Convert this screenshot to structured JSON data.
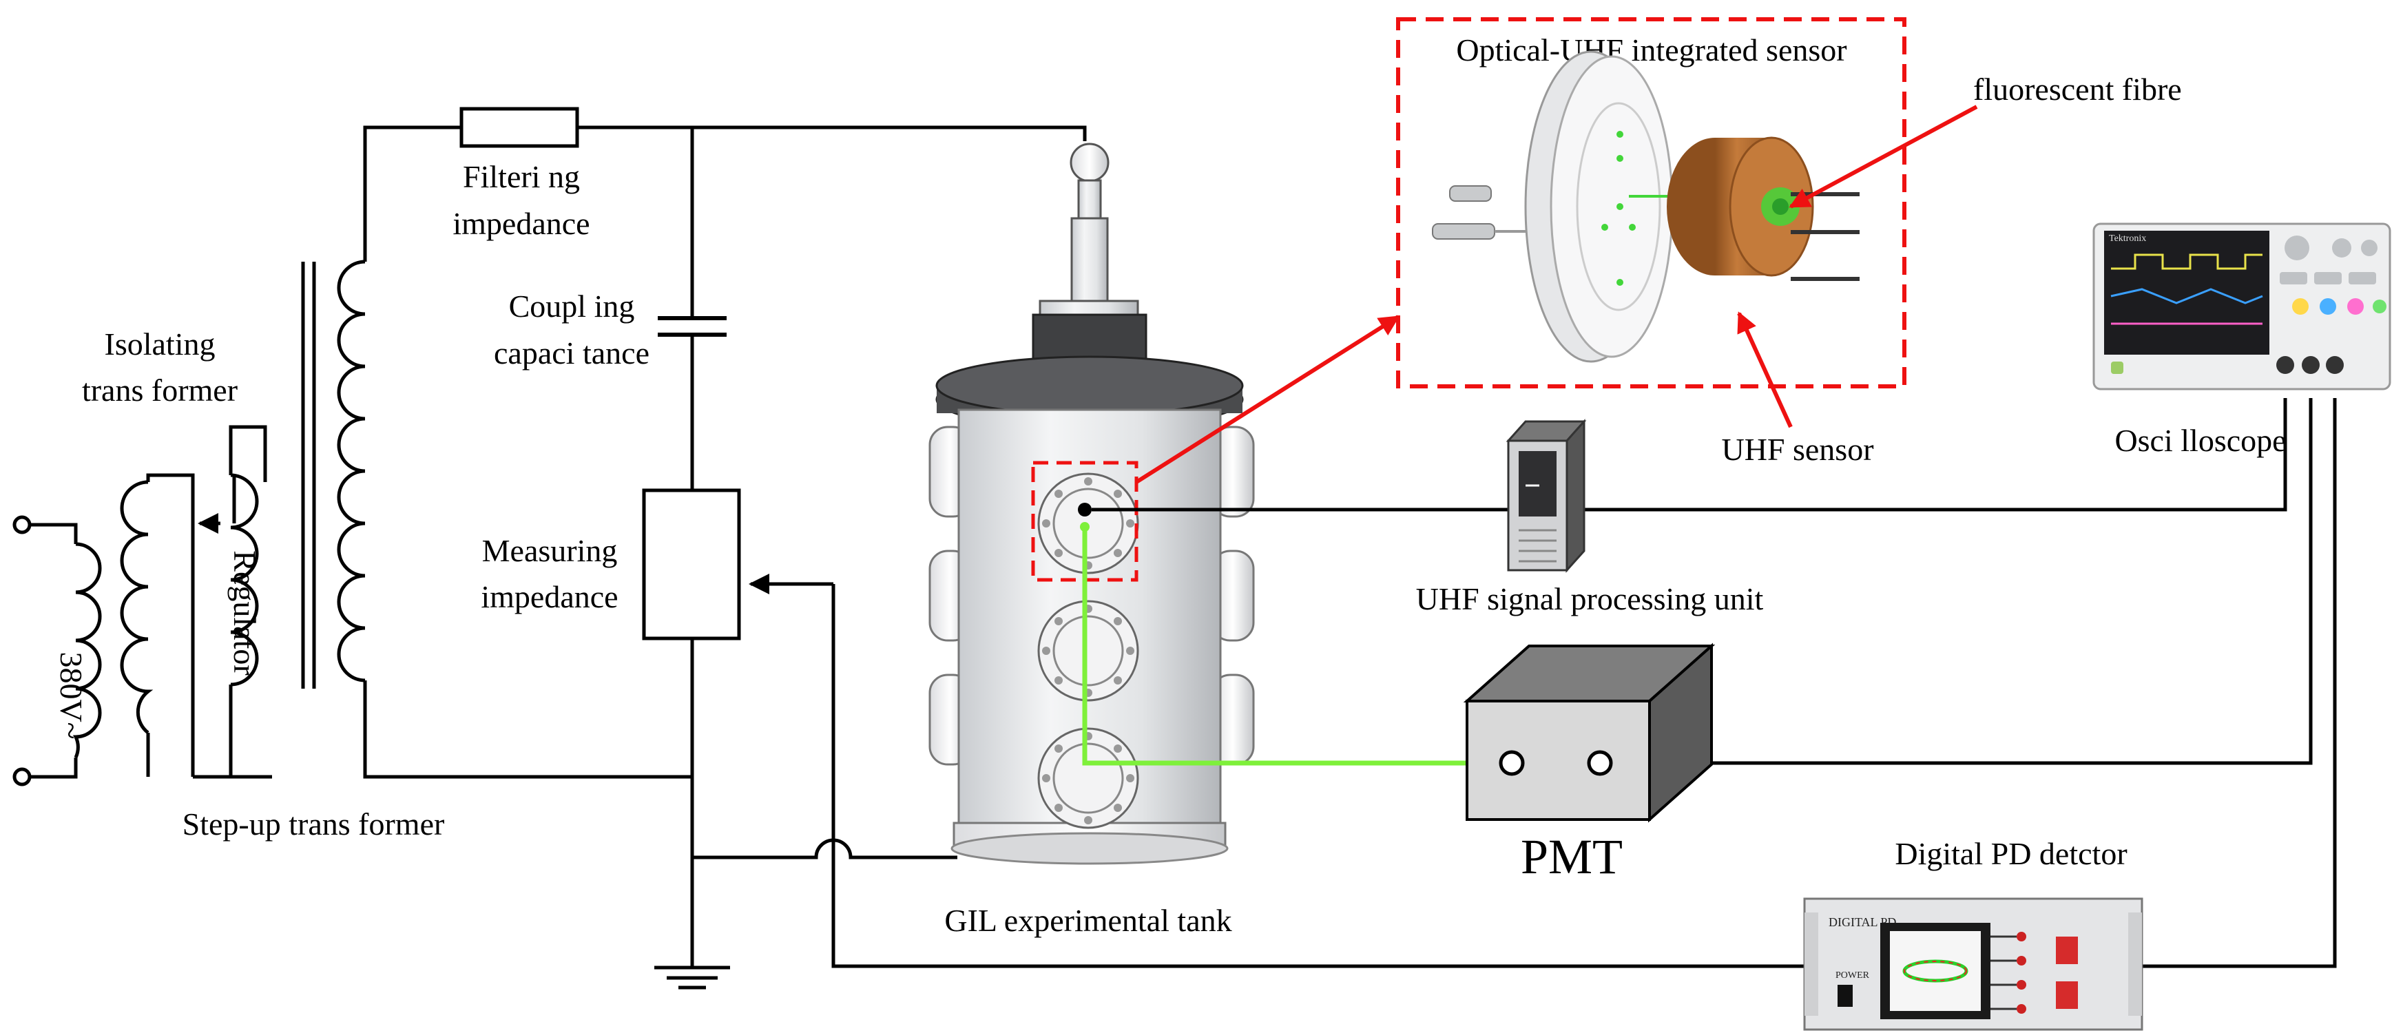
{
  "labels": {
    "source_voltage": "380V~",
    "isolating_transformer": [
      "Isolating",
      "trans former"
    ],
    "regulator": "Regulator",
    "step_up_transformer": "Step-up trans former",
    "filtering_impedance": [
      "Filteri ng",
      "impedance"
    ],
    "coupling_capacitance": [
      "Coupl ing",
      "capaci tance"
    ],
    "measuring_impedance": [
      "Measuring",
      "impedance"
    ],
    "gil_tank": "GIL experimental tank",
    "optical_uhf_sensor": "Optical-UHF integrated sensor",
    "fluorescent_fibre": "fluorescent fibre",
    "uhf_sensor": "UHF sensor",
    "uhf_processing_unit": "UHF signal processing unit",
    "oscilloscope": "Osci lloscope",
    "pmt": "PMT",
    "digital_pd_detector": "Digital PD detctor"
  },
  "device_text": {
    "oscilloscope_brand": "Tektronix",
    "pd_brand": "DIGITAL PD",
    "pd_power": "POWER"
  },
  "colors": {
    "wire": "#000000",
    "fiber": "#7ef03a",
    "callout": "#ee1111",
    "sensor_copper": "#b66a2c"
  }
}
